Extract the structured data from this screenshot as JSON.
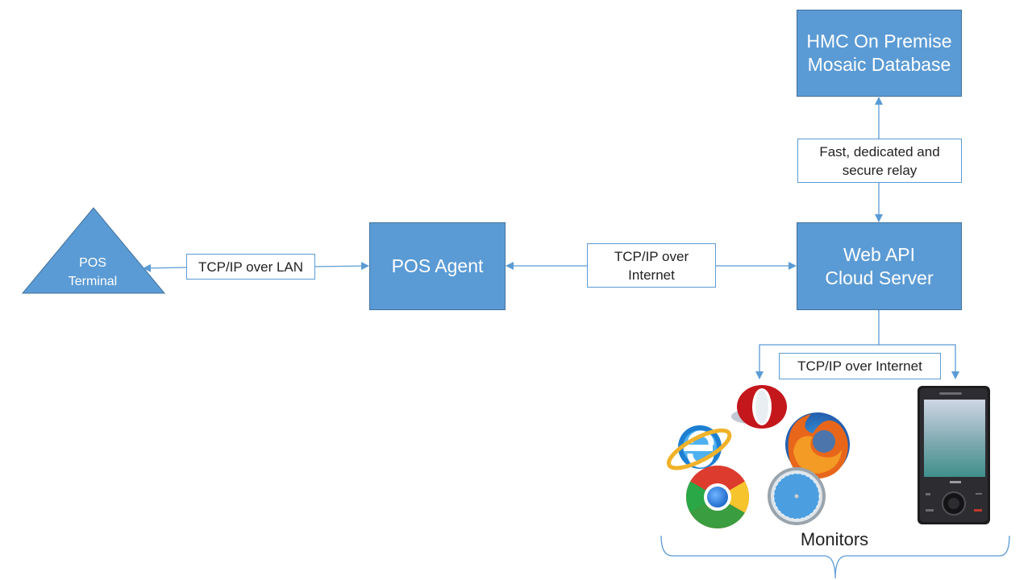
{
  "nodes": {
    "pos_terminal": "POS\nTerminal",
    "pos_agent": "POS Agent",
    "web_api": "Web API\nCloud Server",
    "hmc_db": "HMC On Premise\nMosaic Database"
  },
  "connections": {
    "lan": "TCP/IP over LAN",
    "internet_agent": "TCP/IP over\nInternet",
    "relay": "Fast, dedicated and\nsecure relay",
    "internet_monitors": "TCP/IP over Internet"
  },
  "monitors": {
    "label": "Monitors",
    "browsers": [
      "internet-explorer-icon",
      "opera-icon",
      "firefox-icon",
      "chrome-icon",
      "safari-icon"
    ],
    "device": "mobile-phone-icon"
  },
  "colors": {
    "box_fill": "#5b9bd5",
    "box_border": "#41719c",
    "connector": "#5b9bd5"
  }
}
